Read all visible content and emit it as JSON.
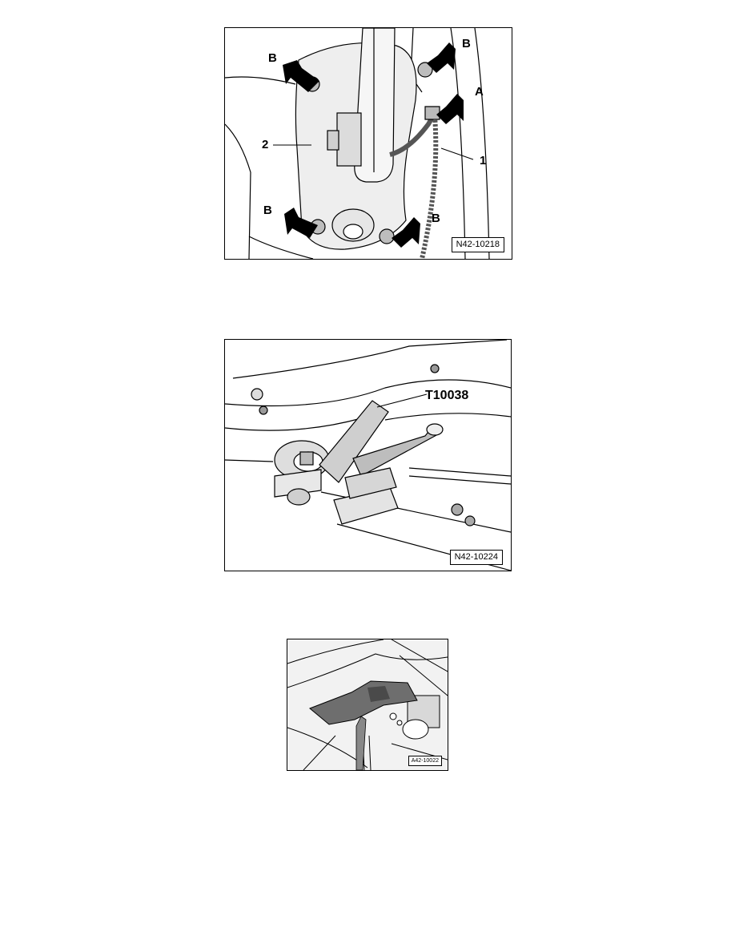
{
  "figures": [
    {
      "id": "N42-10218",
      "callouts": {
        "b_top_left": "B",
        "b_top_right": "B",
        "a": "A",
        "one": "1",
        "two": "2",
        "b_bottom_left": "B",
        "b_bottom_right": "B"
      }
    },
    {
      "id": "N42-10224",
      "callouts": {
        "tool": "T10038"
      }
    },
    {
      "id": "A42-10022"
    }
  ]
}
